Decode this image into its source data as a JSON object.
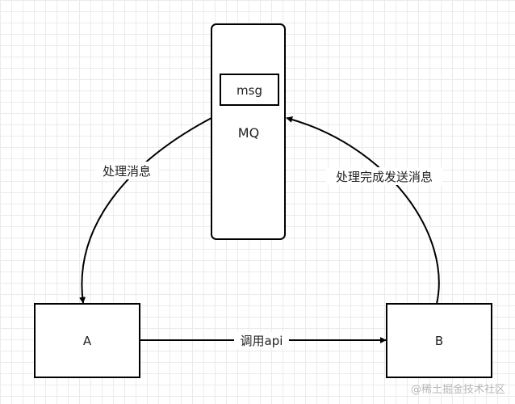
{
  "nodes": {
    "mq": {
      "label": "MQ"
    },
    "msg": {
      "label": "msg"
    },
    "a": {
      "label": "A"
    },
    "b": {
      "label": "B"
    }
  },
  "edges": {
    "mq_to_a": {
      "label": "处理消息"
    },
    "b_to_mq": {
      "label": "处理完成发送消息"
    },
    "a_to_b": {
      "label": "调用api"
    }
  },
  "watermark": "@稀土掘金技术社区"
}
